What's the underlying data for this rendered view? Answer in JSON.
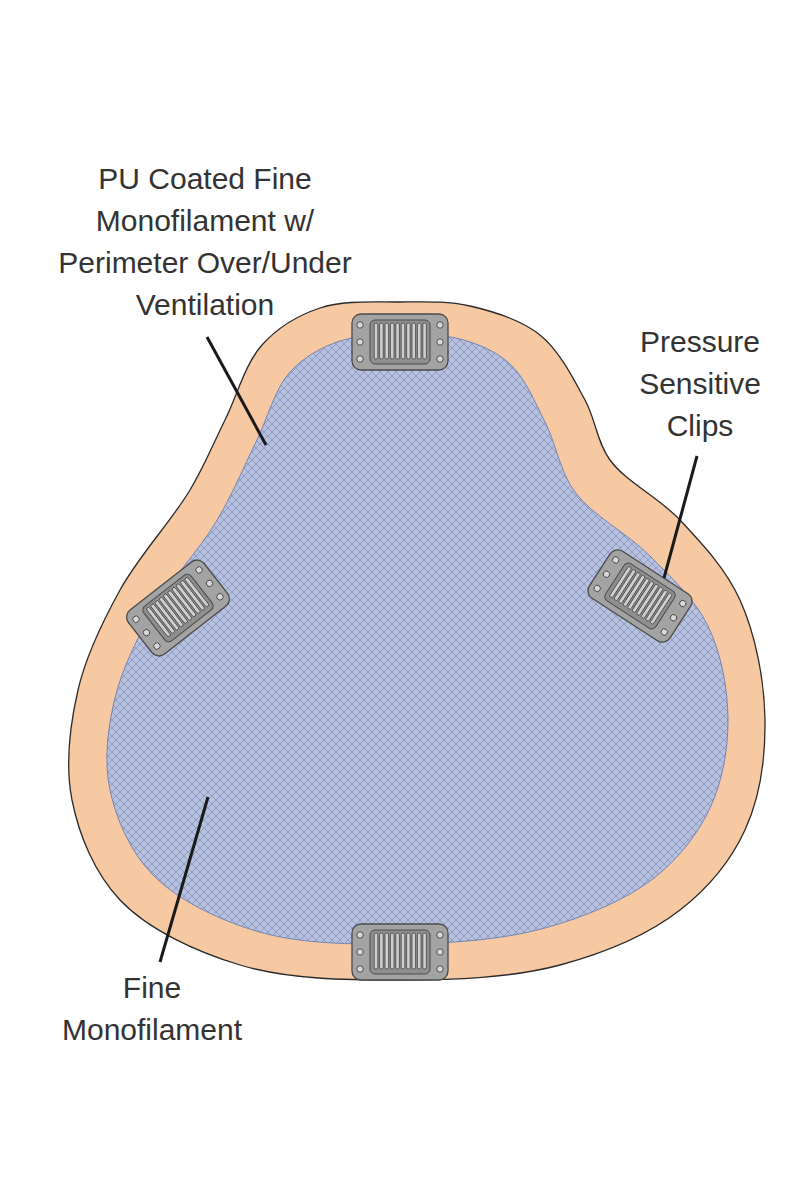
{
  "diagram": {
    "labels": [
      "PU Coated Fine Monofilament w/ Perimeter Over/Under Ventilation",
      "Pressure Sensitive Clips",
      "Fine Monofilament"
    ]
  }
}
